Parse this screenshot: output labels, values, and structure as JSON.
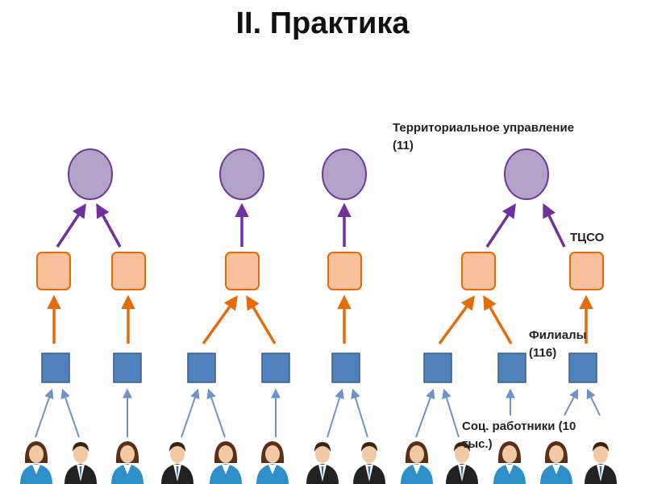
{
  "title": "II. Практика",
  "labels": {
    "territorial_line1": "Территориальное управление",
    "territorial_line2": "(11)",
    "tcso": "ТЦСО",
    "filialy_line1": "Филиалы",
    "filialy_line2": "(116)",
    "workers_line1": "Соц. работники (10",
    "workers_line2": "тыс.)"
  },
  "colors": {
    "circle_fill": "#b3a2c8",
    "circle_stroke": "#6d3a9b",
    "purple_arrow": "#7030a0",
    "orange_fill": "#f8c09b",
    "orange_stroke": "#e46c0a",
    "orange_arrow": "#e46c0a",
    "blue_fill": "#4f81bd",
    "blue_stroke": "#385d8a",
    "blue_arrow": "#6e93c6",
    "woman_suit": "#2f8fc9",
    "man_suit": "#222222"
  },
  "icons": {
    "territorial_node": "circle-node-icon",
    "tcso_node": "rounded-square-node-icon",
    "branch_node": "square-node-icon",
    "female_worker": "female-worker-icon",
    "male_worker": "male-worker-icon"
  }
}
